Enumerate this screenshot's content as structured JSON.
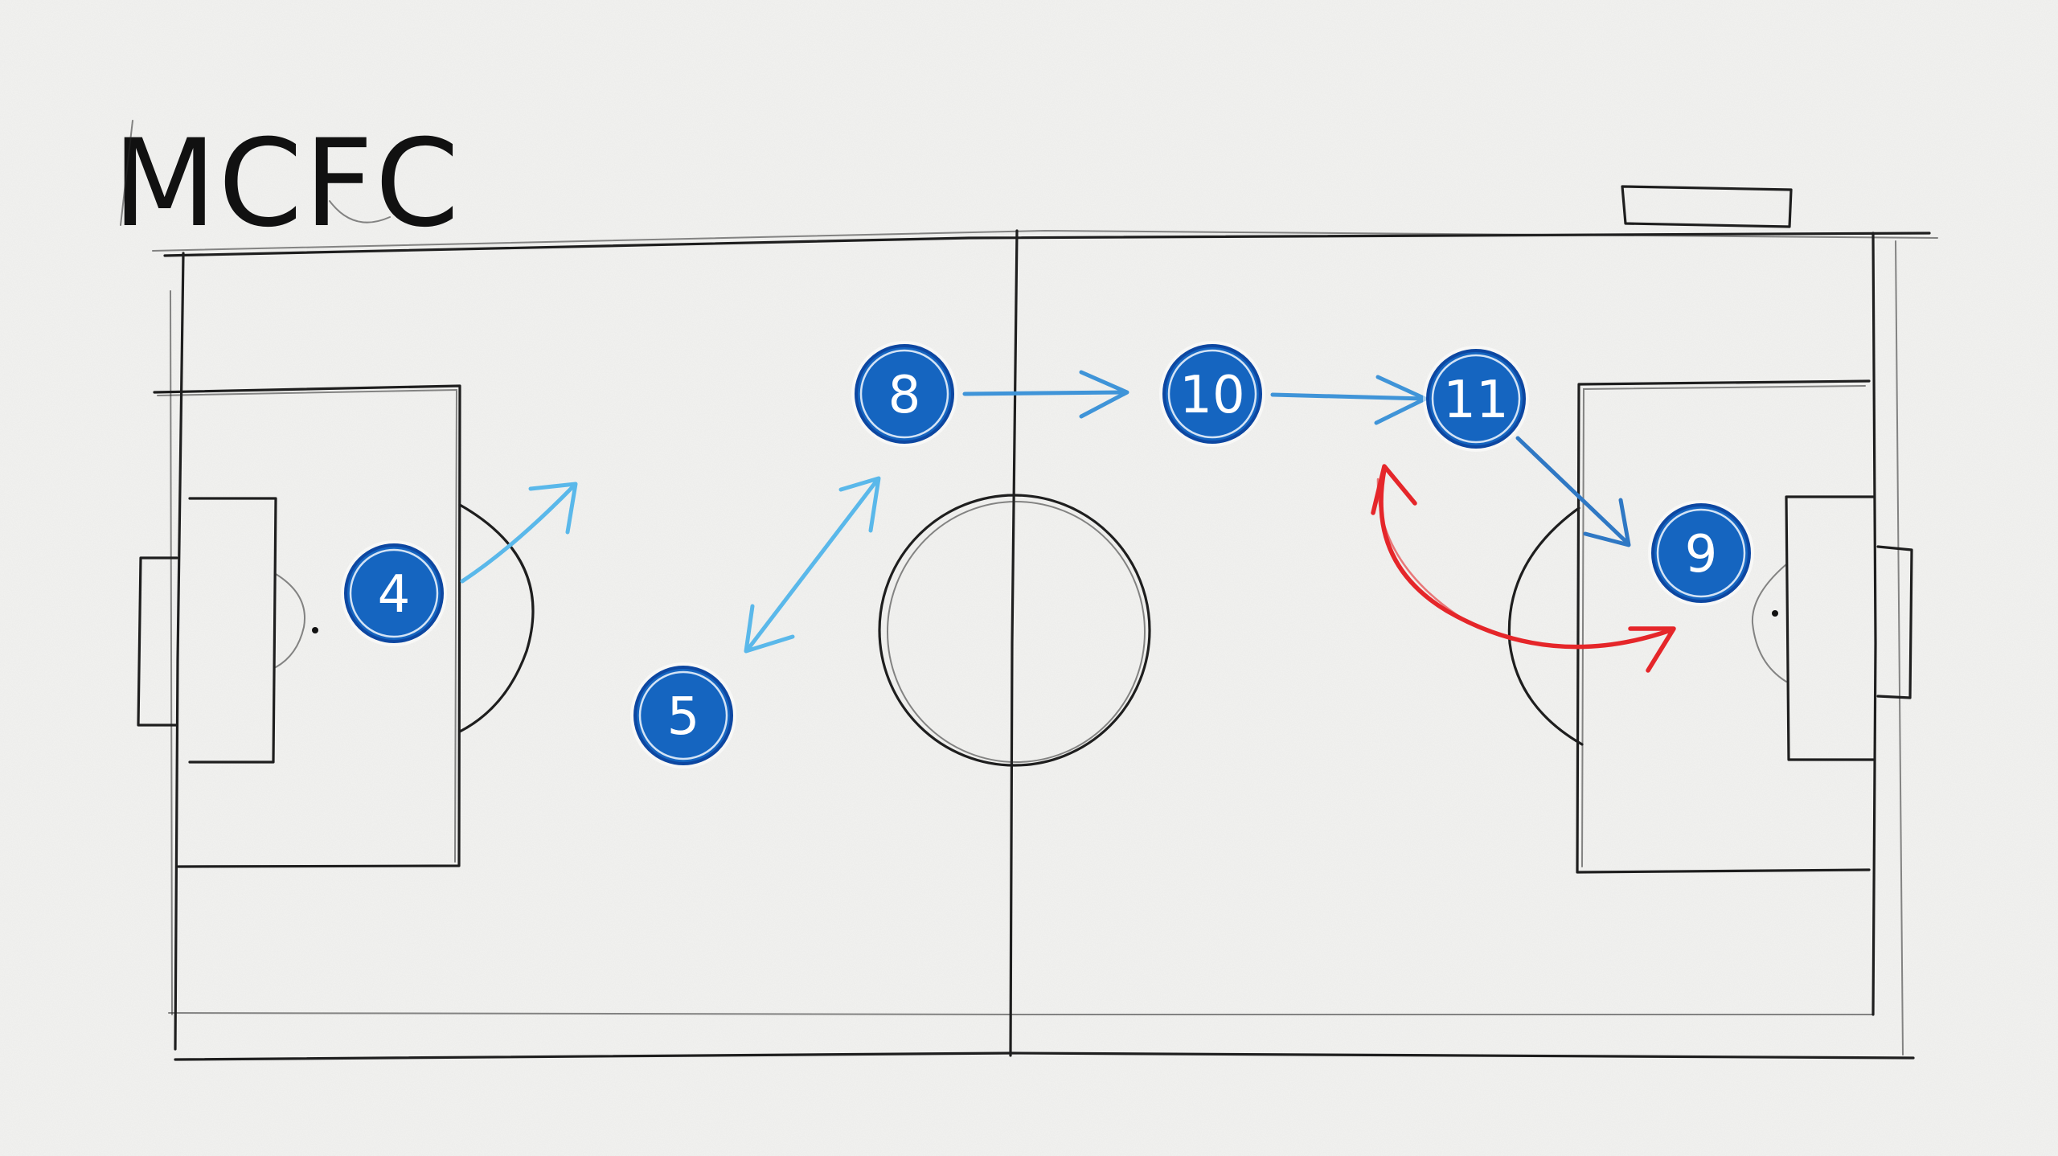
{
  "title": "MCFC",
  "colors": {
    "background": "#f3f3f1",
    "pitch_lines": "#1e1e1e",
    "player_fill": "#1565c0",
    "player_ring": "#0d47a1",
    "pass_light": "#5ab8ea",
    "pass_medium": "#3f94d8",
    "pass_dark": "#2f78c4",
    "run_red": "#e5262a"
  },
  "players": [
    {
      "id": "p4",
      "label": "4"
    },
    {
      "id": "p5",
      "label": "5"
    },
    {
      "id": "p8",
      "label": "8"
    },
    {
      "id": "p10",
      "label": "10"
    },
    {
      "id": "p11",
      "label": "11"
    },
    {
      "id": "p9",
      "label": "9"
    }
  ],
  "movements": [
    {
      "id": "m4",
      "from": "4",
      "to": "run forward",
      "style": "light",
      "kind": "arrow"
    },
    {
      "id": "m5-8",
      "from": "5",
      "to": "8",
      "style": "light",
      "kind": "double-arrow"
    },
    {
      "id": "m8-10",
      "from": "8",
      "to": "10",
      "style": "medium",
      "kind": "arrow"
    },
    {
      "id": "m10-11",
      "from": "10",
      "to": "11",
      "style": "medium",
      "kind": "arrow"
    },
    {
      "id": "m11-9",
      "from": "11",
      "to": "9",
      "style": "dark",
      "kind": "arrow"
    },
    {
      "id": "m9-run",
      "from": "9",
      "to": "11",
      "style": "red",
      "kind": "curved-double-arrow"
    }
  ]
}
